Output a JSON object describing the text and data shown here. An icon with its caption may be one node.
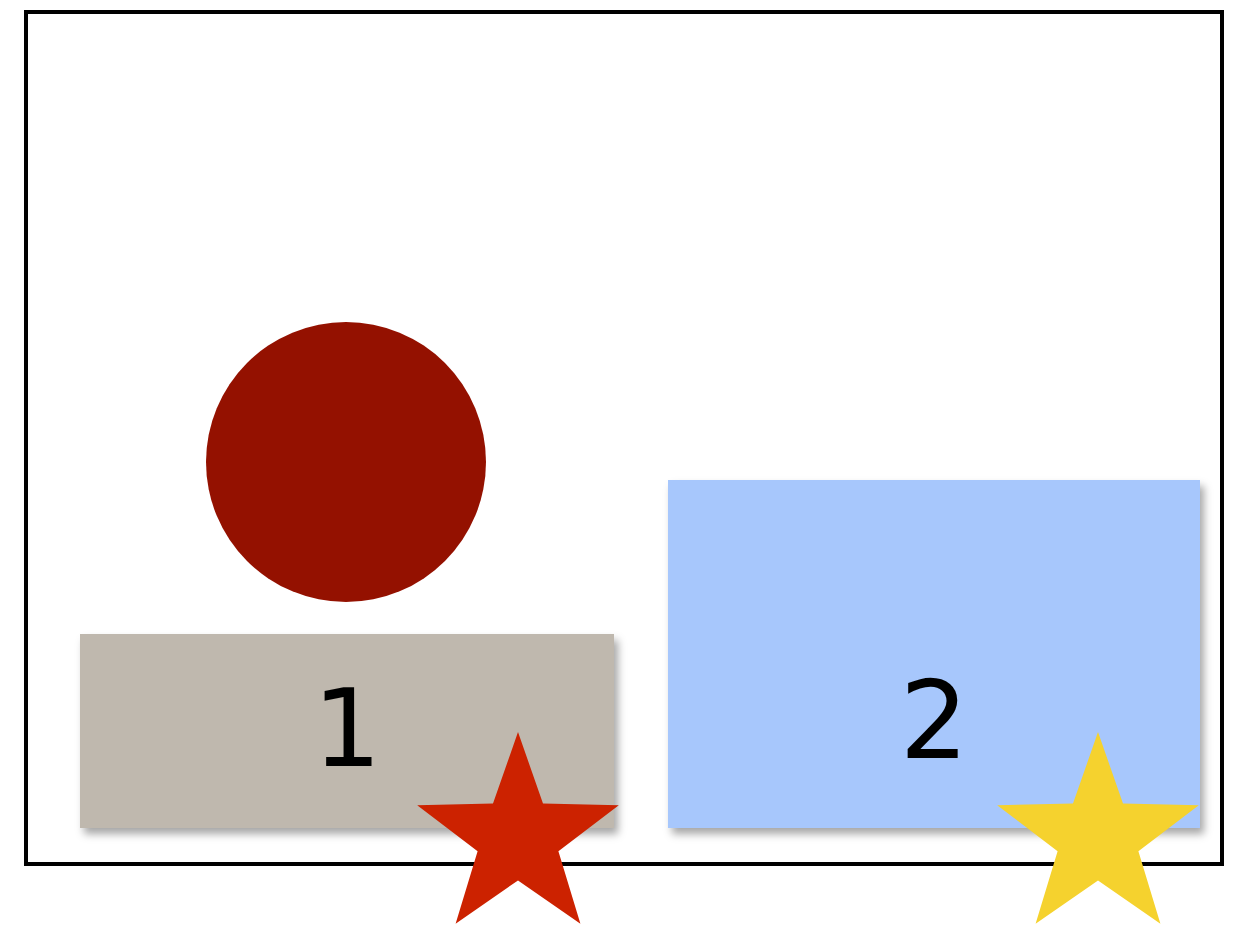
{
  "diagram": {
    "nodes": [
      {
        "text": [],
        "shape": "box"
      },
      {
        "text": [],
        "shape": "circle",
        "in": 0
      },
      {
        "text": [
          "1"
        ],
        "in": 0
      },
      {
        "text": [
          "2"
        ],
        "in": 0
      },
      {
        "text": [],
        "shape": "star"
      },
      {
        "text": [],
        "shape": "star"
      }
    ]
  }
}
